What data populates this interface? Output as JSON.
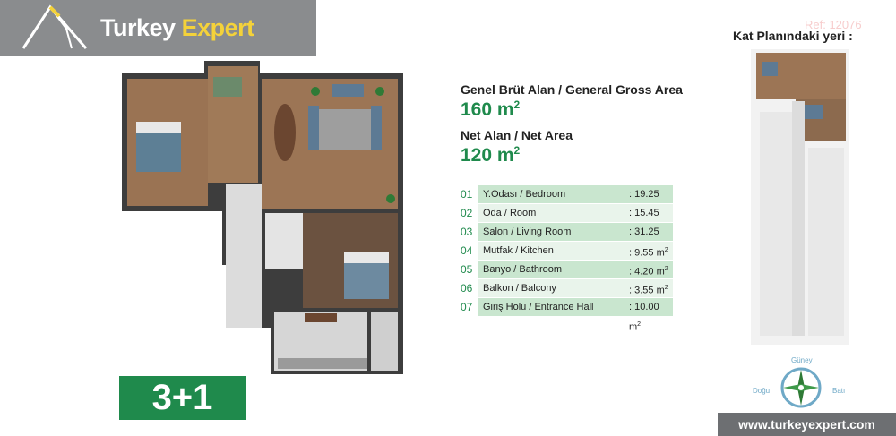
{
  "header": {
    "logo_word1": "Turkey",
    "logo_word2": "Expert"
  },
  "ref": "Ref: 12076",
  "floor_location_title": "Kat Planındaki yeri :",
  "gross_area": {
    "label": "Genel Brüt Alan / General Gross Area",
    "value": "160 m",
    "unit_sup": "2"
  },
  "net_area": {
    "label": "Net Alan / Net Area",
    "value": "120 m",
    "unit_sup": "2"
  },
  "rooms": [
    {
      "no": "01",
      "name": "Y.Odası / Bedroom",
      "area": ": 19.25 m"
    },
    {
      "no": "02",
      "name": "Oda / Room",
      "area": ": 15.45 m"
    },
    {
      "no": "03",
      "name": "Salon / Living Room",
      "area": ": 31.25 m"
    },
    {
      "no": "04",
      "name": "Mutfak / Kitchen",
      "area": ": 9.55 m"
    },
    {
      "no": "05",
      "name": "Banyo / Bathroom",
      "area": ": 4.20 m"
    },
    {
      "no": "06",
      "name": "Balkon / Balcony",
      "area": ": 3.55 m"
    },
    {
      "no": "07",
      "name": "Giriş Holu / Entrance Hall",
      "area": ": 10.00 m"
    }
  ],
  "sup2": "2",
  "apartment_type": "3+1",
  "compass": {
    "north": "Güney",
    "west": "Doğu",
    "east": "Batı"
  },
  "website": "www.turkeyexpert.com",
  "colors": {
    "green": "#1f8a4c",
    "gray": "#8a8c8e",
    "yellow": "#f4d23a"
  }
}
